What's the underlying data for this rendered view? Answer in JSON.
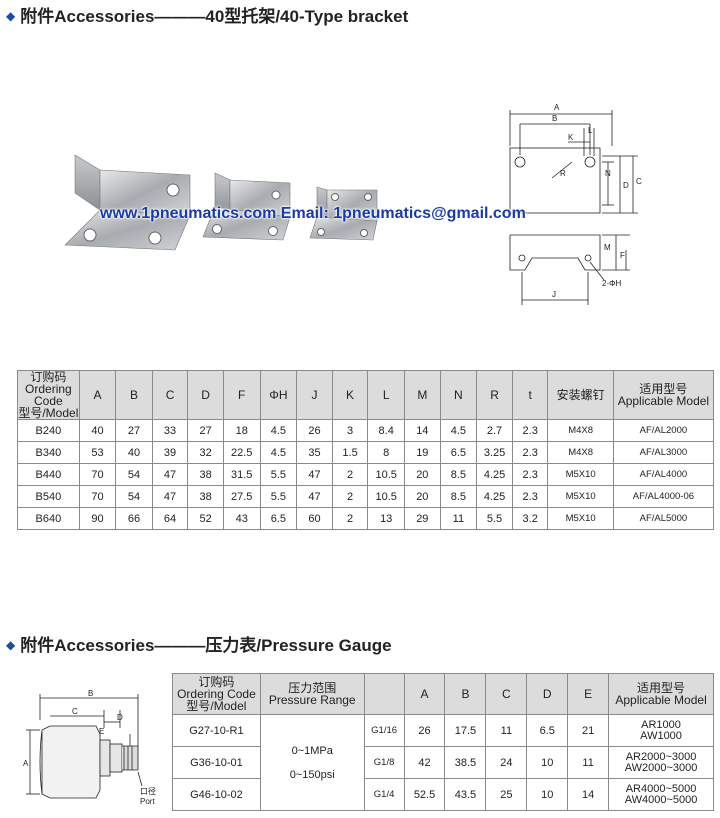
{
  "section1": {
    "title": "附件Accessories———40型托架/40-Type bracket",
    "watermark": "www.1pneumatics.com  Email: 1pneumatics@gmail.com",
    "drawing_labels": [
      "A",
      "B",
      "K",
      "L",
      "R",
      "N",
      "D",
      "C",
      "M",
      "F",
      "J",
      "2-ΦH"
    ],
    "headers": [
      "订购码\nOrdering Code\n型号/Model",
      "A",
      "B",
      "C",
      "D",
      "F",
      "ΦH",
      "J",
      "K",
      "L",
      "M",
      "N",
      "R",
      "t",
      "安装螺钉",
      "适用型号\nApplicable Model"
    ],
    "rows": [
      [
        "B240",
        "40",
        "27",
        "33",
        "27",
        "18",
        "4.5",
        "26",
        "3",
        "8.4",
        "14",
        "4.5",
        "2.7",
        "2.3",
        "M4X8",
        "AF/AL2000"
      ],
      [
        "B340",
        "53",
        "40",
        "39",
        "32",
        "22.5",
        "4.5",
        "35",
        "1.5",
        "8",
        "19",
        "6.5",
        "3.25",
        "2.3",
        "M4X8",
        "AF/AL3000"
      ],
      [
        "B440",
        "70",
        "54",
        "47",
        "38",
        "31.5",
        "5.5",
        "47",
        "2",
        "10.5",
        "20",
        "8.5",
        "4.25",
        "2.3",
        "M5X10",
        "AF/AL4000"
      ],
      [
        "B540",
        "70",
        "54",
        "47",
        "38",
        "27.5",
        "5.5",
        "47",
        "2",
        "10.5",
        "20",
        "8.5",
        "4.25",
        "2.3",
        "M5X10",
        "AF/AL4000-06"
      ],
      [
        "B640",
        "90",
        "66",
        "64",
        "52",
        "43",
        "6.5",
        "60",
        "2",
        "13",
        "29",
        "11",
        "5.5",
        "3.2",
        "M5X10",
        "AF/AL5000"
      ]
    ]
  },
  "section2": {
    "title": "附件Accessories———压力表/Pressure Gauge",
    "drawing_labels": [
      "B",
      "C",
      "D",
      "E",
      "A",
      "口径",
      "Port"
    ],
    "h_code": "订购码\nOrdering Code\n型号/Model",
    "h_range": "压力范围\nPressure Range",
    "h_cols": [
      "A",
      "B",
      "C",
      "D",
      "E"
    ],
    "h_model": "适用型号\nApplicable Model",
    "codes": [
      "G27-10-R1",
      "G36-10-01",
      "G46-10-02"
    ],
    "ranges": [
      "0~1MPa",
      "0~150psi"
    ],
    "rows": [
      {
        "port": "G1/16",
        "A": "26",
        "B": "17.5",
        "C": "11",
        "D": "6.5",
        "E": "21",
        "model1": "AR1000",
        "model2": "AW1000"
      },
      {
        "port": "G1/8",
        "A": "42",
        "B": "38.5",
        "C": "24",
        "D": "10",
        "E": "11",
        "model1": "AR2000~3000",
        "model2": "AW2000~3000"
      },
      {
        "port": "G1/4",
        "A": "52.5",
        "B": "43.5",
        "C": "25",
        "D": "10",
        "E": "14",
        "model1": "AR4000~5000",
        "model2": "AW4000~5000"
      }
    ]
  }
}
